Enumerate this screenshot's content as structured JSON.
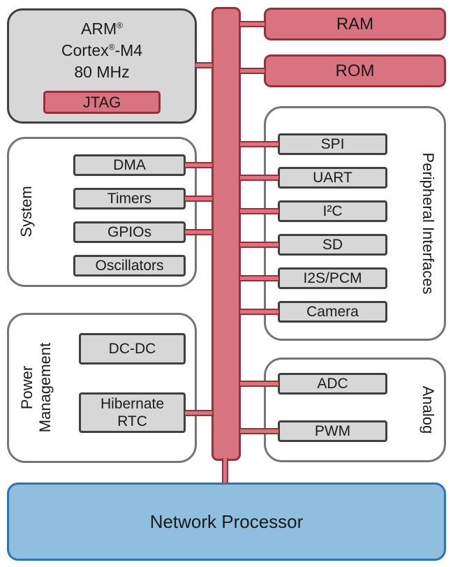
{
  "cpu": {
    "arm": "ARM",
    "arm_reg": "®",
    "cortex": "Cortex",
    "cortex_reg": "®",
    "cortex_suffix": "-M4",
    "clock": "80 MHz",
    "jtag": "JTAG"
  },
  "memory": {
    "ram": "RAM",
    "rom": "ROM"
  },
  "system": {
    "label": "System",
    "items": [
      "DMA",
      "Timers",
      "GPIOs",
      "Oscillators"
    ]
  },
  "peripherals": {
    "label": "Peripheral Interfaces",
    "items": [
      "SPI",
      "UART",
      "I²C",
      "SD",
      "I2S/PCM",
      "Camera"
    ]
  },
  "power": {
    "label": "Power\nManagement",
    "items": [
      "DC-DC",
      "Hibernate\nRTC"
    ]
  },
  "analog": {
    "label": "Analog",
    "items": [
      "ADC",
      "PWM"
    ]
  },
  "network_processor": "Network Processor",
  "colors": {
    "red_fill": "#D8737F",
    "red_border": "#93323A",
    "gray_fill": "#D7D7D7",
    "gray_border": "#404040",
    "container_border": "#757575",
    "blue_fill": "#8FBEDF",
    "blue_border": "#2E74B5",
    "text": "#1A1A1A"
  }
}
